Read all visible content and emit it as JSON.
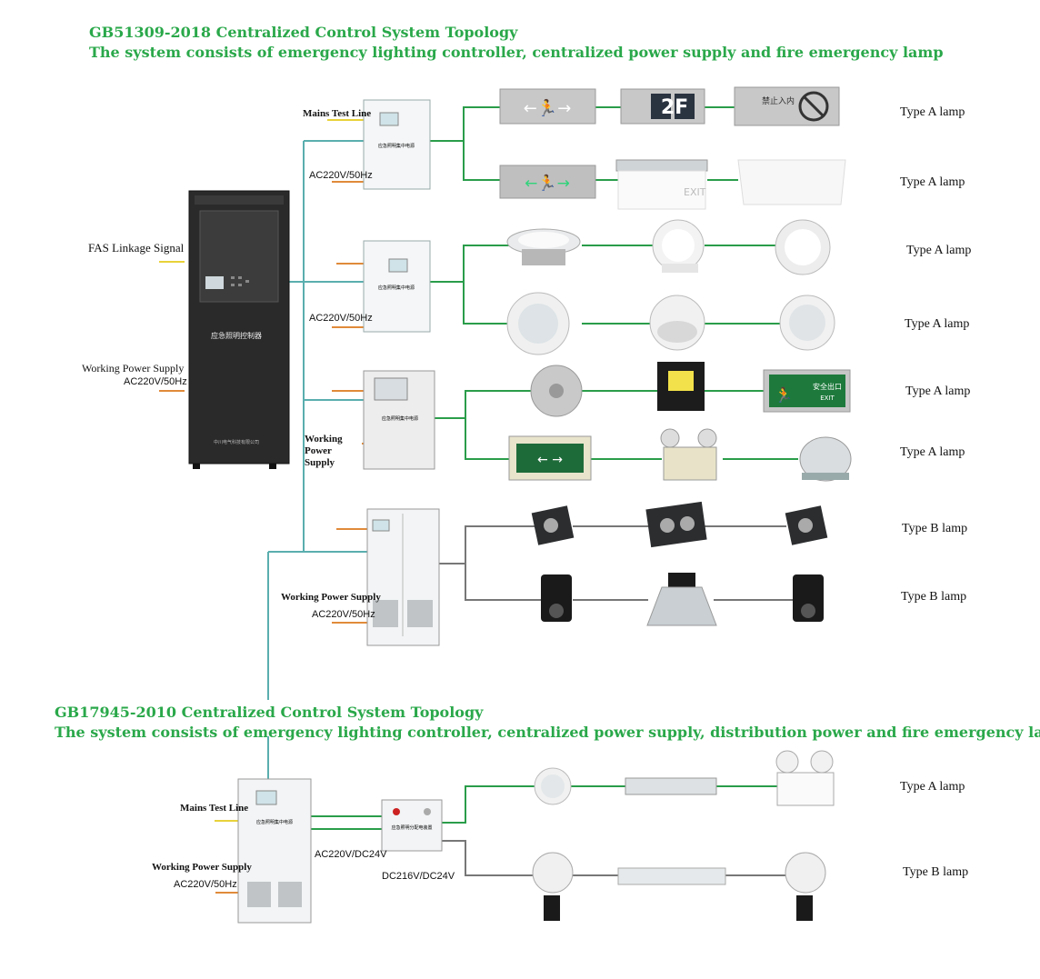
{
  "top": {
    "title": "GB51309-2018 Centralized Control System Topology",
    "subtitle": "The system consists of emergency lighting controller, centralized power supply and fire emergency lamp"
  },
  "bottom": {
    "title": "GB17945-2010 Centralized Control System Topology",
    "subtitle": "The system consists of emergency lighting controller, centralized power supply, distribution power and fire emergency lamp."
  },
  "controller": {
    "fas_label": "FAS Linkage Signal",
    "power_label": "Working Power Supply",
    "power_value": "AC220V/50Hz",
    "cabinet_label": "应急照明控制器",
    "cabinet_maker": "中川电气科技有限公司"
  },
  "boxes": {
    "box1_mains": "Mains Test Line",
    "box1_ac": "AC220V/50Hz",
    "box2_ac": "AC220V/50Hz",
    "box3_power": "Working Power Supply",
    "box4_power": "Working Power Supply",
    "box4_ac": "AC220V/50Hz",
    "unit_label": "应急照明集中电源",
    "dist_label": "应急照明分配电装置"
  },
  "lower": {
    "mains": "Mains Test Line",
    "power": "Working Power Supply",
    "power_value": "AC220V/50Hz",
    "ac_dc": "AC220V/DC24V",
    "dc": "DC216V/DC24V"
  },
  "lamp_types": [
    "Type A lamp",
    "Type A lamp",
    "Type A lamp",
    "Type A lamp",
    "Type A lamp",
    "Type A lamp",
    "Type B lamp",
    "Type B lamp",
    "Type A lamp",
    "Type B lamp"
  ],
  "signs": {
    "floor": "2F",
    "no_entry": "禁止入内",
    "exit_cn": "安全出口",
    "exit_en": "EXIT"
  },
  "colors": {
    "title_green": "#2aa84a",
    "line_teal": "#5aaeae",
    "line_green": "#2a9d4a",
    "line_gray": "#777777",
    "line_orange": "#e08a3a",
    "line_yellow": "#e8d23a"
  }
}
